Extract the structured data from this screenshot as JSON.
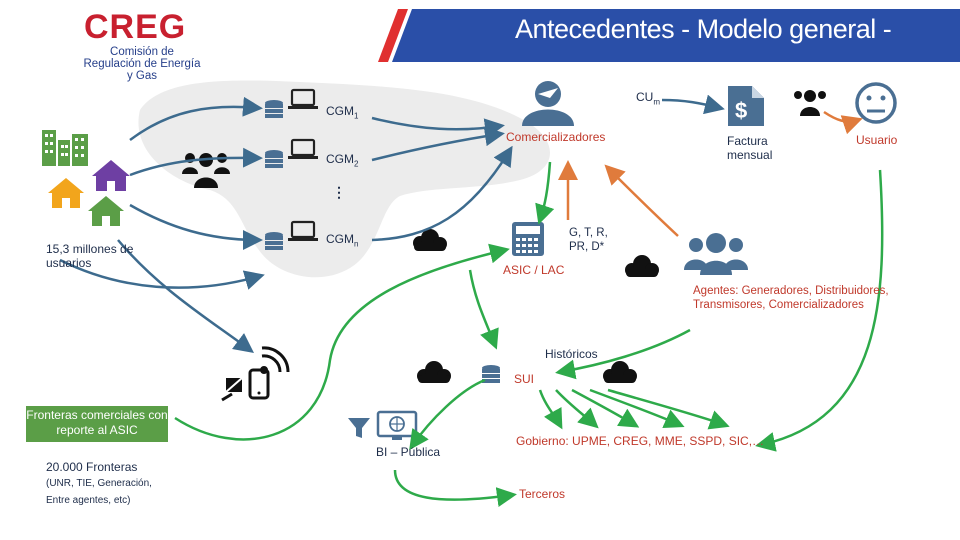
{
  "header": {
    "logo_text": "CREG",
    "logo_sub": "Comisión de Regulación de Energía y Gas",
    "title": "Antecedentes - Modelo general -"
  },
  "nodes": {
    "cgm1": "CGM",
    "cgm1_sub": "1",
    "cgm2": "CGM",
    "cgm2_sub": "2",
    "ellipsis": "⋮",
    "cgmn": "CGM",
    "cgmn_sub": "n",
    "users_label": "15,3 millones de usuarios",
    "cum": "CU",
    "cum_sub": "m",
    "comercializadores": "Comercializadores",
    "factura": "Factura mensual",
    "usuario": "Usuario",
    "gtr": "G, T, R, PR, D*",
    "asic": "ASIC / LAC",
    "agentes": "Agentes: Generadores, Distribuidores, Transmisores, Comercializadores",
    "historicos": "Históricos",
    "sui": "SUI",
    "fronteras_box": "Fronteras comerciales con reporte al ASIC",
    "fronteras_count": "20.000 Fronteras",
    "fronteras_detail1": "(UNR, TIE, Generación,",
    "fronteras_detail2": "Entre agentes, etc)",
    "bi": "BI – Pública",
    "gobierno": "Gobierno: UPME, CREG, MME, SSPD, SIC,…",
    "terceros": "Terceros"
  },
  "colors": {
    "brand_red": "#c8202f",
    "brand_blue": "#27408b",
    "header_blue": "#2a4fa8",
    "green": "#5b9e47",
    "arrow_blue": "#3d6b8e",
    "arrow_green": "#2eaa4a",
    "arrow_orange": "#e07b3c",
    "icon_dark": "#111111",
    "icon_slate": "#4a6f93"
  }
}
